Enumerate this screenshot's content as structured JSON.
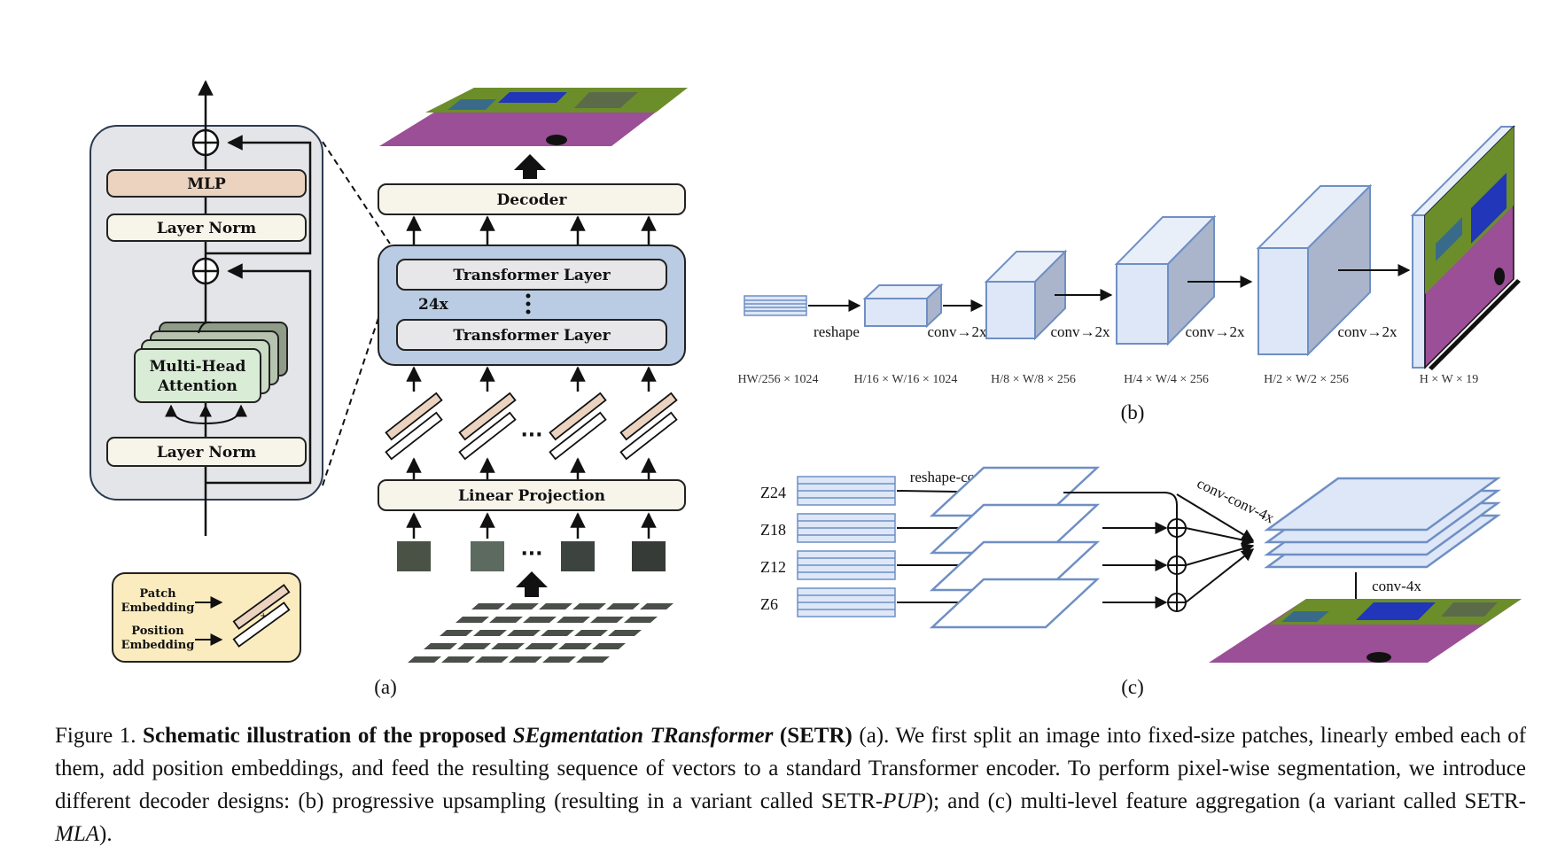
{
  "panel_a": {
    "block": {
      "mlp": "MLP",
      "layer_norm_top": "Layer Norm",
      "multi_head_1": "Multi-Head",
      "multi_head_2": "Attention",
      "layer_norm_bottom": "Layer Norm"
    },
    "legend": {
      "patch_1": "Patch",
      "patch_2": "Embedding",
      "position_1": "Position",
      "position_2": "Embedding"
    },
    "decoder": "Decoder",
    "transformer_layer_top": "Transformer Layer",
    "transformer_layer_bottom": "Transformer Layer",
    "repeat": "24x",
    "linear_projection": "Linear Projection",
    "ellipsis": "···",
    "label": "(a)"
  },
  "panel_b": {
    "reshape": "reshape",
    "conv_labels": [
      "conv→2x",
      "conv→2x",
      "conv→2x",
      "conv→2x"
    ],
    "dims": [
      "HW/256 × 1024",
      "H/16 × W/16 × 1024",
      "H/8 × W/8 × 256",
      "H/4 × W/4 × 256",
      "H/2 × W/2 × 256",
      "H × W × 19"
    ],
    "label": "(b)"
  },
  "panel_c": {
    "z_labels": [
      "Z24",
      "Z18",
      "Z12",
      "Z6"
    ],
    "reshape_conv": "reshape-conv",
    "conv_conv_4x": "conv-conv-4x",
    "conv_4x": "conv-4x",
    "label": "(c)"
  },
  "caption": {
    "prefix": "Figure 1.",
    "bold_1": "Schematic illustration of the proposed",
    "bold_italic": "SEgmentation TRansformer",
    "bold_2": "(SETR)",
    "rest_1": "(a). We first split an image into fixed-size patches, linearly embed each of them, add position embeddings, and feed the resulting sequence of vectors to a standard Transformer encoder. To perform pixel-wise segmentation, we introduce different decoder designs: (b) progressive upsampling (resulting in a variant called SETR-",
    "pup": "PUP",
    "rest_2": "); and (c) multi-level feature aggregation (a variant called SETR-",
    "mla": "MLA",
    "rest_3": ")."
  },
  "colors": {
    "block_bg": "#e4e5e8",
    "mlp": "#ebd3c0",
    "norm": "#f7f4ea",
    "attention": "#d9ecd6",
    "stack_bg": "#b9cce3",
    "legend_bg": "#fbecc0",
    "feature_fill": "#dde7f7",
    "feature_stroke": "#6f8fc4",
    "seg_purple": "#9b4f96",
    "seg_green": "#6c8e2a",
    "seg_blue": "#2136b8"
  }
}
